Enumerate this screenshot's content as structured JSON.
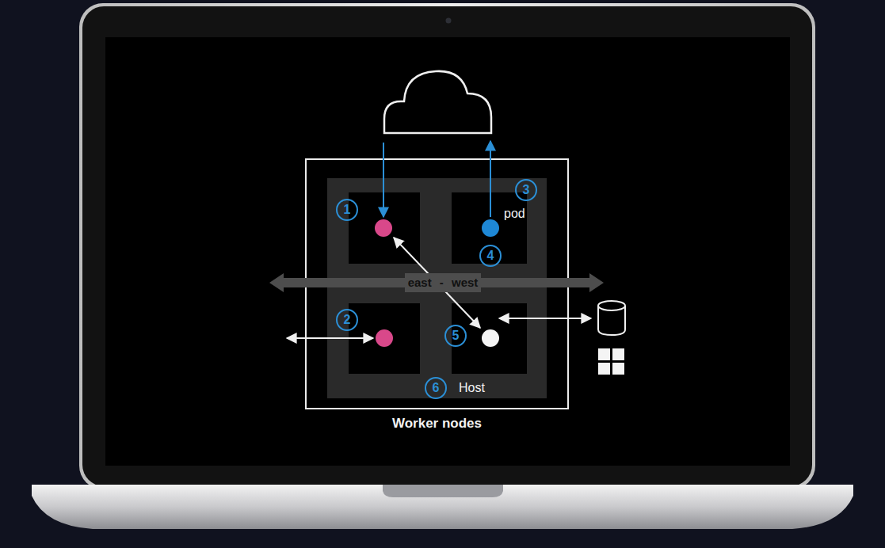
{
  "diagram": {
    "nodes": [
      {
        "text": [
          "Worker nodes"
        ]
      },
      {
        "text": [
          "Host"
        ],
        "in": 0
      },
      {
        "text": [
          "east - west"
        ]
      }
    ],
    "labels": [
      "1",
      "2",
      "3",
      "pod",
      "4",
      "5",
      "6"
    ]
  }
}
